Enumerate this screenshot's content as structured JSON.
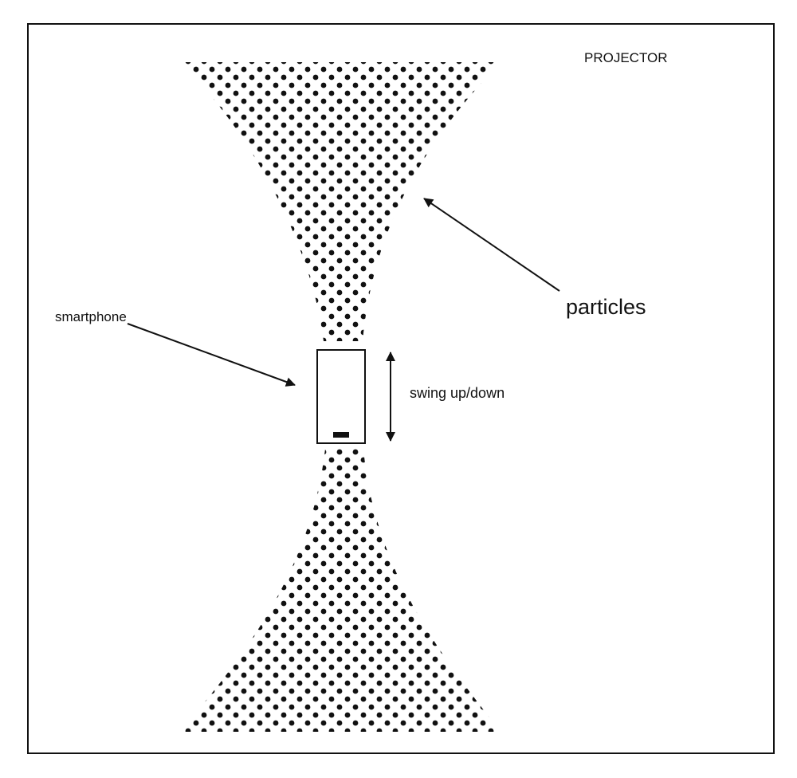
{
  "labels": {
    "projector": "PROJECTOR",
    "particles": "particles",
    "smartphone": "smartphone",
    "swing": "swing up/down"
  },
  "colors": {
    "ink": "#111111",
    "background": "#ffffff"
  }
}
